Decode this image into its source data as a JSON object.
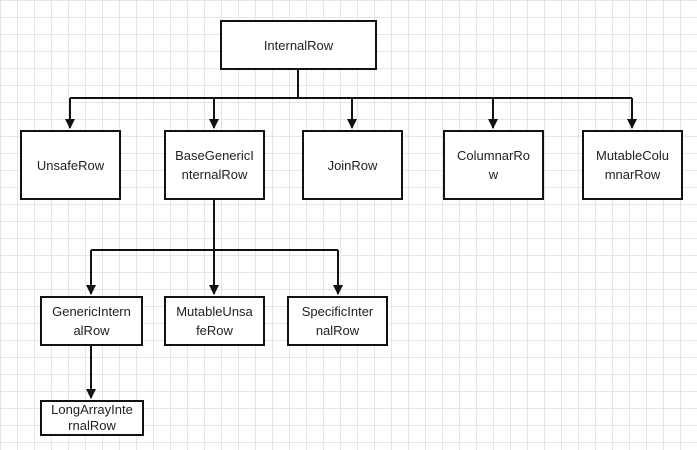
{
  "nodes": [
    {
      "id": "internal-row",
      "lines": [
        "InternalRow"
      ]
    },
    {
      "id": "unsafe-row",
      "lines": [
        "UnsafeRow"
      ]
    },
    {
      "id": "base-generic-internal-row",
      "lines": [
        "BaseGenericI",
        "nternalRow"
      ]
    },
    {
      "id": "join-row",
      "lines": [
        "JoinRow"
      ]
    },
    {
      "id": "columnar-row",
      "lines": [
        "ColumnarRo",
        "w"
      ]
    },
    {
      "id": "mutable-columnar-row",
      "lines": [
        "MutableColu",
        "mnarRow"
      ]
    },
    {
      "id": "generic-internal-row",
      "lines": [
        "GenericIntern",
        "alRow"
      ]
    },
    {
      "id": "mutable-unsafe-row",
      "lines": [
        "MutableUnsa",
        "feRow"
      ]
    },
    {
      "id": "specific-internal-row",
      "lines": [
        "SpecificInter",
        "nalRow"
      ]
    },
    {
      "id": "long-array-internal-row",
      "lines": [
        "LongArrayInte",
        "rnalRow"
      ]
    }
  ],
  "edges": [
    {
      "from": "internal-row",
      "to": "unsafe-row"
    },
    {
      "from": "internal-row",
      "to": "base-generic-internal-row"
    },
    {
      "from": "internal-row",
      "to": "join-row"
    },
    {
      "from": "internal-row",
      "to": "columnar-row"
    },
    {
      "from": "internal-row",
      "to": "mutable-columnar-row"
    },
    {
      "from": "base-generic-internal-row",
      "to": "generic-internal-row"
    },
    {
      "from": "base-generic-internal-row",
      "to": "mutable-unsafe-row"
    },
    {
      "from": "base-generic-internal-row",
      "to": "specific-internal-row"
    },
    {
      "from": "generic-internal-row",
      "to": "long-array-internal-row"
    }
  ],
  "colors": {
    "stroke": "#111111",
    "node_fill": "#ffffff",
    "text": "#222222",
    "grid": "#e6e6e6"
  }
}
